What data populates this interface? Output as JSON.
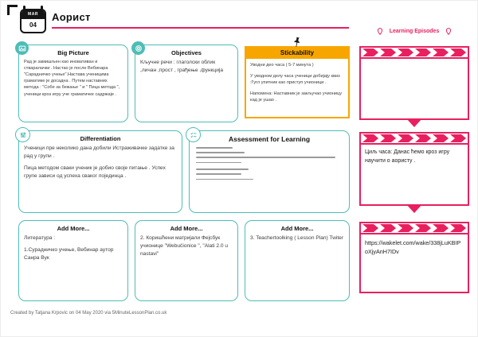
{
  "page": {
    "date_badge": {
      "month": "MAR",
      "day": "04"
    },
    "title": "Аорист",
    "footer": "Created by Tatjana Krpovic on 04 May 2020 via 5MinuteLessonPlan.co.uk"
  },
  "boxes": {
    "big_picture": {
      "title": "Big Picture",
      "icon": "image-icon",
      "text": "Рад је замишљен као иновативан и стваралачки . Настао је после Вебинара \"Сарадничко учење\".Настава ученицима граматике  је досадна . Путем наставних метода : \"Собе за бежање \" и \" Пица метода \", ученици  кроз игру уче граматичке садржаје ."
    },
    "objectives": {
      "title": "Objectives",
      "icon": "target-icon",
      "text": "Кључне речи : глаголски облик ,личан ,прост , грађење ,функција"
    },
    "stickability": {
      "title": "Stickability",
      "icon": "pushpin-icon",
      "paragraphs": [
        "Уводни део часа ( 5-7 минута )",
        "У уводном делу часа ученици  добијају квиз :Гугл упитник као приступ учионици .",
        "Напомена: Наставник је закључао учионицу кад је ушао ."
      ]
    },
    "differentiation": {
      "title": "Differentiation",
      "icon": "sliders-icon",
      "paragraphs": [
        "Ученици пре неколико дана добили Истраживачке задатке за рад у групи .",
        "Пица методом сваки ученик је добио своје питање . Успех групе зависи од успеха сваког појединца ."
      ]
    },
    "assessment": {
      "title": "Assessment for Learning",
      "icon": "checklist-icon",
      "lines": [
        {
          "w": 25
        },
        {
          "w": 33
        },
        {
          "w": 95
        },
        {
          "w": 31
        },
        {
          "w": 36,
          "gap": true
        },
        {
          "w": 31
        },
        {
          "w": 39
        }
      ]
    },
    "add_more_1": {
      "title": "Add More...",
      "paragraphs": [
        "Литература :",
        "1.Сурадничко учење, Вебинар аутор Санра Вук"
      ]
    },
    "add_more_2": {
      "title": "Add More...",
      "text": "2. Коришћени матријали Фејсбук учионице \"Webučionice \", \"Alati 2.0 u nastavi\""
    },
    "add_more_3": {
      "title": "Add More...",
      "text": "3. Teachertoolking ( Lesson Plan) Twiter"
    }
  },
  "learning_episodes": {
    "label": "Learning Episodes",
    "cards": [
      {
        "text": ""
      },
      {
        "text": "Циљ часа:  Данас ћемо  кроз игру научити о аористу ."
      },
      {
        "text": "https://wakelet.com/wake/338jLuKBIPoXjyAnH7IDv"
      }
    ]
  },
  "colors": {
    "accent_pink": "#e8205f",
    "teal": "#4ebdb6",
    "amber": "#f7a600"
  }
}
